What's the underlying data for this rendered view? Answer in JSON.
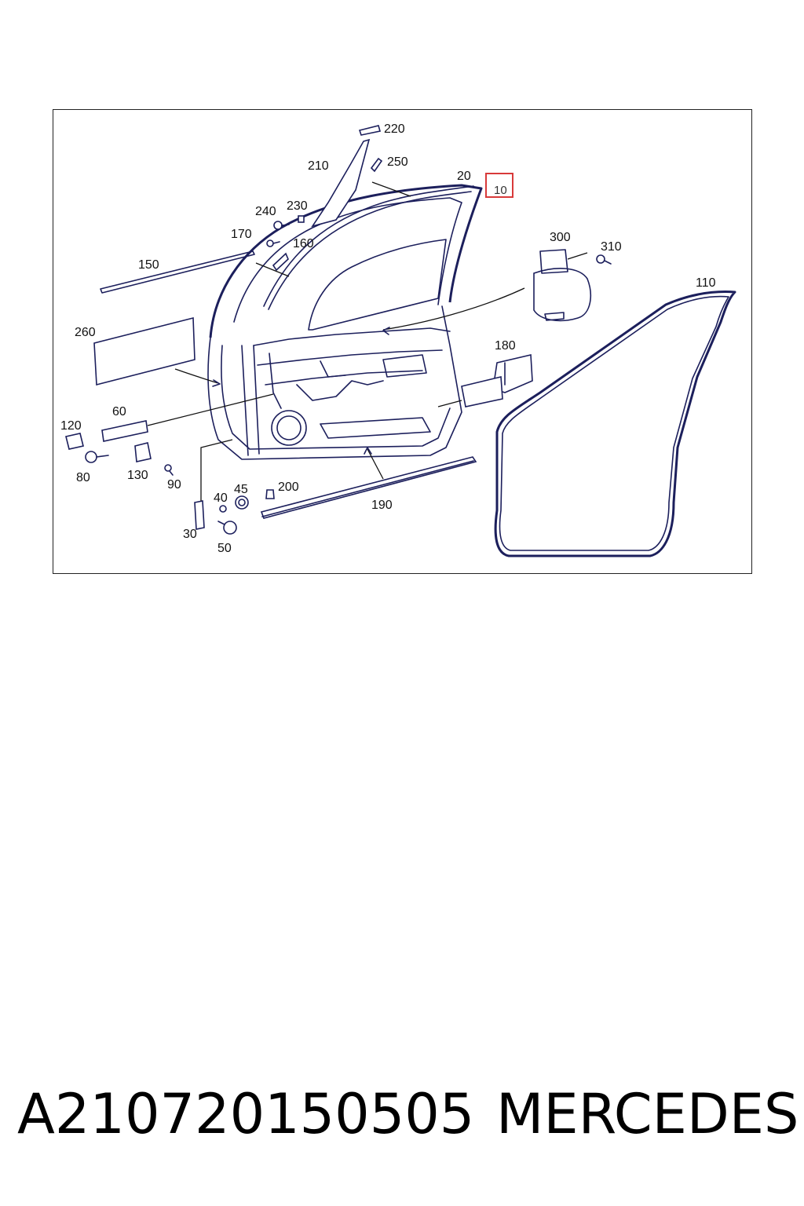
{
  "diagram": {
    "callouts": [
      {
        "id": "c220",
        "text": "220"
      },
      {
        "id": "c250",
        "text": "250"
      },
      {
        "id": "c210",
        "text": "210"
      },
      {
        "id": "c20",
        "text": "20"
      },
      {
        "id": "c10",
        "text": "10",
        "highlighted": true
      },
      {
        "id": "c240",
        "text": "240"
      },
      {
        "id": "c230",
        "text": "230"
      },
      {
        "id": "c170",
        "text": "170"
      },
      {
        "id": "c160",
        "text": "160"
      },
      {
        "id": "c150",
        "text": "150"
      },
      {
        "id": "c300",
        "text": "300"
      },
      {
        "id": "c310",
        "text": "310"
      },
      {
        "id": "c110",
        "text": "110"
      },
      {
        "id": "c260",
        "text": "260"
      },
      {
        "id": "c180",
        "text": "180"
      },
      {
        "id": "c60",
        "text": "60"
      },
      {
        "id": "c120",
        "text": "120"
      },
      {
        "id": "c80",
        "text": "80"
      },
      {
        "id": "c130",
        "text": "130"
      },
      {
        "id": "c90",
        "text": "90"
      },
      {
        "id": "c40",
        "text": "40"
      },
      {
        "id": "c45",
        "text": "45"
      },
      {
        "id": "c200",
        "text": "200"
      },
      {
        "id": "c190",
        "text": "190"
      },
      {
        "id": "c30",
        "text": "30"
      },
      {
        "id": "c50",
        "text": "50"
      }
    ],
    "colors": {
      "line_art": "#1c1f5c",
      "highlight": "#d83a3a",
      "frame": "#222222"
    }
  },
  "footer": {
    "part_number": "A210720150505",
    "brand": "MERCEDES"
  }
}
